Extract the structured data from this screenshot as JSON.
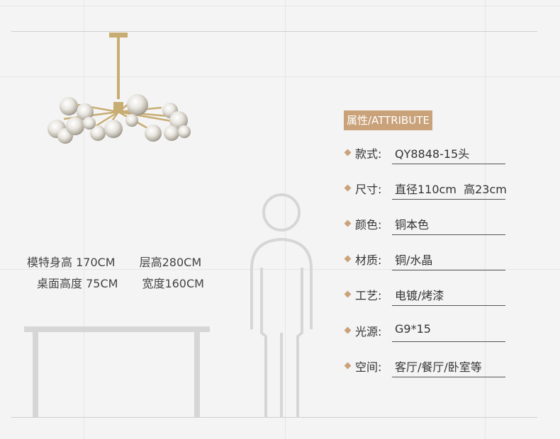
{
  "dimensions": {
    "model_height": "模特身高 170CM",
    "floor_height": "层高280CM",
    "table_height": "桌面高度 75CM",
    "width": "宽度160CM"
  },
  "attribute_title": "属性/ATTRIBUTE",
  "specs": [
    {
      "label": "款式:",
      "value": "QY8848-15头"
    },
    {
      "label": "尺寸:",
      "value": "直径110cm  高23cm"
    },
    {
      "label": "颜色:",
      "value": "铜本色"
    },
    {
      "label": "材质:",
      "value": "铜/水晶"
    },
    {
      "label": "工艺:",
      "value": "电镀/烤漆"
    },
    {
      "label": "光源:",
      "value": "G9*15"
    },
    {
      "label": "空间:",
      "value": "客厅/餐厅/卧室等"
    }
  ],
  "colors": {
    "accent": "#c9a27a",
    "brass": "#c8ad72",
    "figure_outline": "#d6d6d6"
  }
}
